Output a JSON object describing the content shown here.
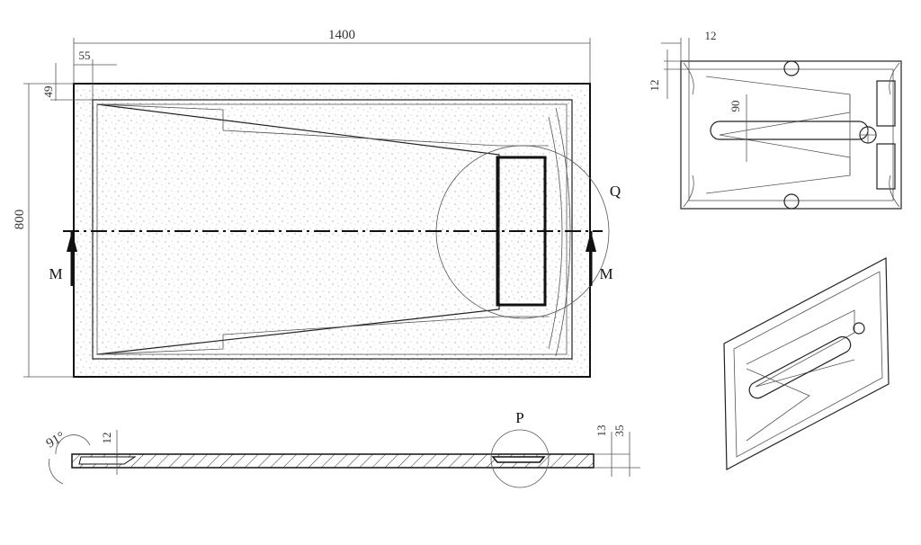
{
  "dimensions": {
    "length": "1400",
    "width": "800",
    "edge_offset_x": "55",
    "edge_offset_y": "49",
    "rim_width": "12",
    "rim_height": "12",
    "drain_slot_width": "90",
    "profile_thickness_a": "13",
    "profile_thickness_b": "35",
    "profile_rim": "12",
    "angle": "91°"
  },
  "labels": {
    "section_left": "M",
    "section_right": "M",
    "detail_top": "Q",
    "detail_side": "P"
  }
}
